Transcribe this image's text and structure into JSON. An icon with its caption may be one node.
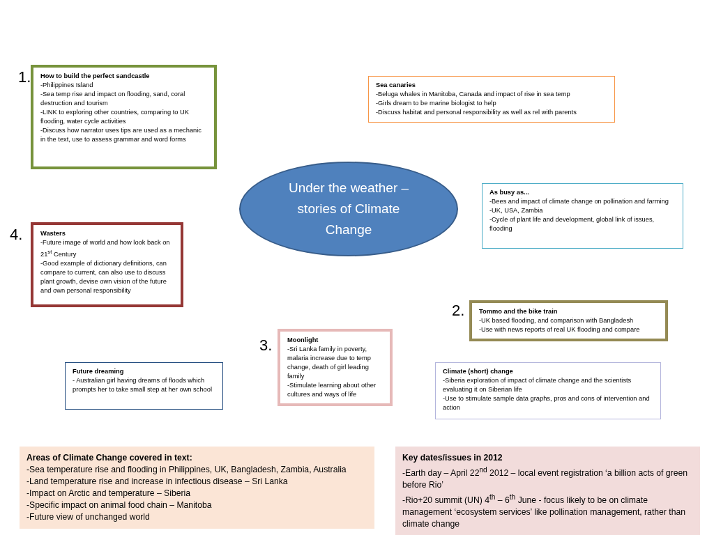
{
  "diagram": {
    "nodes": [
      {
        "text": [
          "How to build the perfect sandcastle",
          "-Philippines Island",
          "-Sea temp rise and impact on flooding, sand, coral destruction and tourism",
          "-LINK to exploring other countries, comparing to UK flooding, water cycle activities",
          "-Discuss how narrator uses tips are used as a mechanic in the text, use to assess grammar and word forms"
        ],
        "beside": [
          "1."
        ]
      },
      {
        "text": [
          "Sea canaries",
          "-Beluga whales in Manitoba, Canada and impact of rise in sea temp",
          "-Girls dream to be marine biologist to help",
          "-Discuss habitat and personal responsibility as well as rel with parents"
        ]
      },
      {
        "text": [
          "Under the weather – stories of Climate Change"
        ]
      },
      {
        "text": [
          "As busy as...",
          "-Bees and impact of climate change on pollination and farming",
          "-UK, USA, Zambia",
          "-Cycle of plant life and development, global link of issues, flooding"
        ]
      },
      {
        "text": [
          "Wasters",
          "-Future image of world and how look back on 21$^{st}$ Century",
          "-Good example of dictionary definitions, can compare to current, can also use to discuss plant growth, devise own vision of the future and own personal responsibility"
        ],
        "beside": [
          "4."
        ]
      },
      {
        "text": [
          "Tommo and the bike train",
          "-UK based flooding, and comparison with Bangladesh",
          "-Use with news reports of real UK flooding and compare"
        ],
        "beside": [
          "2."
        ]
      },
      {
        "text": [
          "Moonlight",
          "-Sri Lanka family in poverty, malaria increase due to temp change, death of girl leading family",
          "-Stimulate learning about other cultures and ways of life"
        ],
        "beside": [
          "3."
        ]
      },
      {
        "text": [
          "Future dreaming",
          "- Australian girl having dreams of floods which prompts her to take small step at her own school"
        ]
      },
      {
        "text": [
          "Climate (short) change",
          "-Siberia exploration of impact of climate change and the scientists evaluating it on Siberian life",
          "-Use to stimulate sample data graphs, pros and cons of intervention and action"
        ]
      },
      {
        "text": [
          "Areas of Climate Change covered in text:",
          "-Sea temperature rise and flooding in Philippines, UK, Bangladesh, Zambia, Australia",
          "-Land temperature rise and increase in infectious disease – Sri Lanka",
          "-Impact on Arctic and temperature – Siberia",
          "-Specific impact on animal food chain – Manitoba",
          "-Future view of unchanged world"
        ]
      },
      {
        "text": [
          "Key dates/issues in 2012",
          "-Earth day – April 22$^{nd}$ 2012 – local event registration ‘a billion acts of green before Rio’",
          "-Rio+20 summit (UN) 4$^{th}$ – 6$^{th}$ June - focus likely to be on climate management ‘ecosystem services’ like pollination management, rather than climate change"
        ]
      }
    ],
    "edges": []
  }
}
